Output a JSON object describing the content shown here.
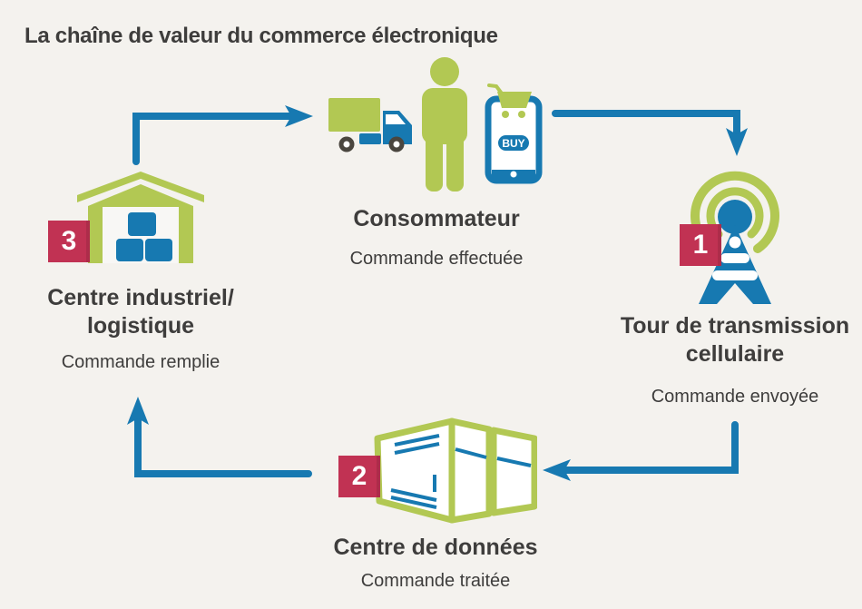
{
  "title": "La chaîne de valeur du commerce électronique",
  "colors": {
    "background": "#f4f2ee",
    "green": "#b2c853",
    "blue": "#1779b1",
    "red_badge": "#c13253",
    "text": "#3e3d3c"
  },
  "nodes": {
    "consumer": {
      "label": "Consommateur",
      "status": "Commande effectuée",
      "buy_button": "BUY",
      "icons": [
        "delivery-truck-icon",
        "person-icon",
        "smartphone-shopping-cart-icon"
      ]
    },
    "tower": {
      "badge": "1",
      "label_line1": "Tour de transmission",
      "label_line2": "cellulaire",
      "status": "Commande envoyée",
      "icons": [
        "cell-tower-icon"
      ]
    },
    "datacenter": {
      "badge": "2",
      "label": "Centre de données",
      "status": "Commande traitée",
      "icons": [
        "data-center-icon"
      ]
    },
    "warehouse": {
      "badge": "3",
      "label_line1": "Centre industriel/",
      "label_line2": "logistique",
      "status": "Commande remplie",
      "icons": [
        "warehouse-icon"
      ]
    }
  },
  "flow": {
    "arrows": [
      "warehouse-to-consumer",
      "consumer-to-tower",
      "tower-to-datacenter",
      "datacenter-to-warehouse"
    ]
  }
}
